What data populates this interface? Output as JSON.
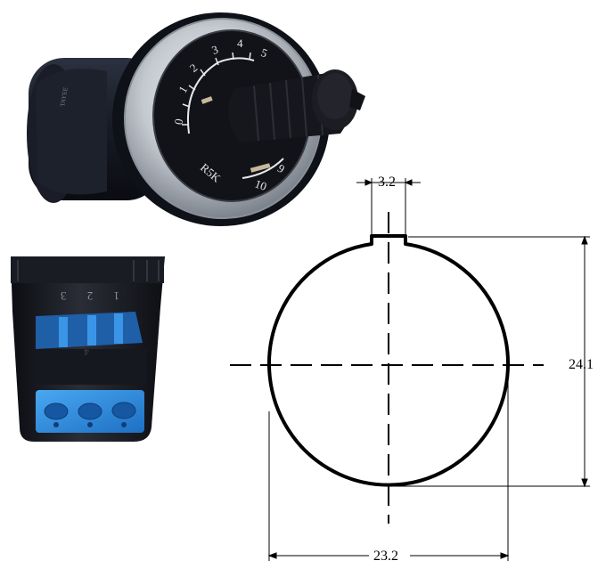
{
  "photo_top": {
    "dial_numbers": [
      "0",
      "1",
      "2",
      "3",
      "4",
      "5",
      "9",
      "10"
    ],
    "dial_marking": "R5K"
  },
  "photo_bottom": {
    "terminal_markings": "1 2 3"
  },
  "drawing": {
    "dim_key_width": "3.2",
    "dim_height": "24.1",
    "dim_width": "23.2"
  },
  "colors": {
    "body_dark": "#14161e",
    "bezel_silver": "#b9bec6",
    "terminal_blue": "#2f8fe0",
    "line": "#000000"
  }
}
